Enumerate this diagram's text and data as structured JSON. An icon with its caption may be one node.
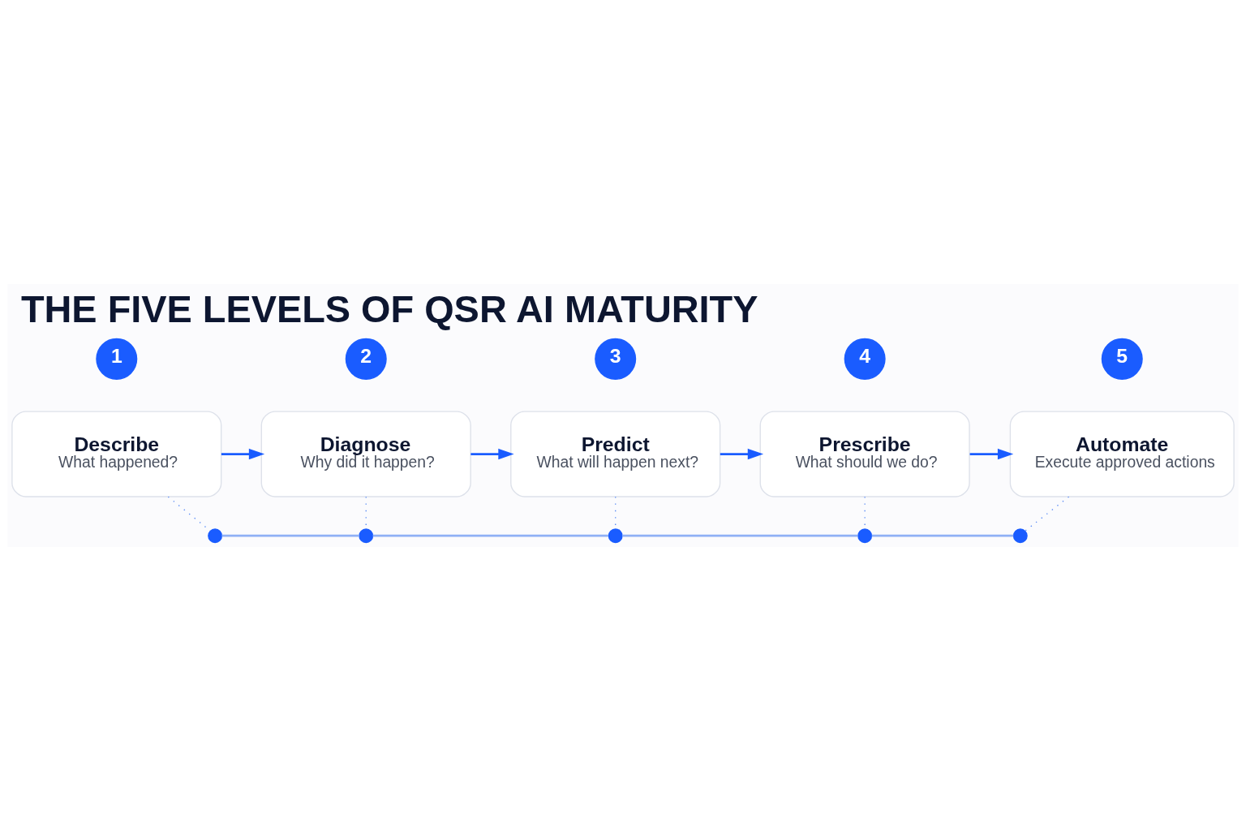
{
  "diagram": {
    "title": "THE FIVE LEVELS OF QSR AI MATURITY",
    "nodes": [
      {
        "text": [
          "1"
        ]
      },
      {
        "text": [
          "Describe",
          "What happened?"
        ]
      },
      {
        "text": [
          "2"
        ]
      },
      {
        "text": [
          "Diagnose",
          "Why did it happen?"
        ]
      },
      {
        "text": [
          "3"
        ]
      },
      {
        "text": [
          "Predict",
          "What will happen next?"
        ]
      },
      {
        "text": [
          "4"
        ]
      },
      {
        "text": [
          "Prescribe",
          "What should we do?"
        ]
      },
      {
        "text": [
          "5"
        ]
      },
      {
        "text": [
          "Automate",
          "Execute approved actions"
        ]
      },
      {
        "text": [],
        "shape": "circle"
      },
      {
        "text": [],
        "shape": "circle"
      },
      {
        "text": [],
        "shape": "circle"
      },
      {
        "text": [],
        "shape": "circle"
      },
      {
        "text": [],
        "shape": "circle"
      }
    ],
    "edges": [
      {
        "from": 1,
        "to": 3,
        "arrow": "to",
        "color": "#1a5cff"
      },
      {
        "from": 3,
        "to": 5,
        "arrow": "to",
        "color": "#1a5cff"
      },
      {
        "from": 5,
        "to": 7,
        "arrow": "to",
        "color": "#1a5cff"
      },
      {
        "from": 7,
        "to": 9,
        "arrow": "to",
        "color": "#1a5cff"
      },
      {
        "from": 1,
        "to": 10,
        "arrow": "none",
        "style": "dashed",
        "color": "#5b8cf5"
      },
      {
        "from": 3,
        "to": 11,
        "arrow": "none",
        "style": "dashed",
        "color": "#5b8cf5"
      },
      {
        "from": 5,
        "to": 12,
        "arrow": "none",
        "style": "dashed",
        "color": "#5b8cf5"
      },
      {
        "from": 7,
        "to": 13,
        "arrow": "none",
        "style": "dashed",
        "color": "#5b8cf5"
      },
      {
        "from": 9,
        "to": 14,
        "arrow": "none",
        "style": "dashed",
        "color": "#5b8cf5"
      },
      {
        "from": 10,
        "to": 11,
        "arrow": "none",
        "color": "#8fb0f5"
      },
      {
        "from": 11,
        "to": 12,
        "arrow": "none",
        "color": "#8fb0f5"
      },
      {
        "from": 12,
        "to": 13,
        "arrow": "none",
        "color": "#8fb0f5"
      },
      {
        "from": 13,
        "to": 14,
        "arrow": "none",
        "color": "#8fb0f5"
      }
    ]
  }
}
